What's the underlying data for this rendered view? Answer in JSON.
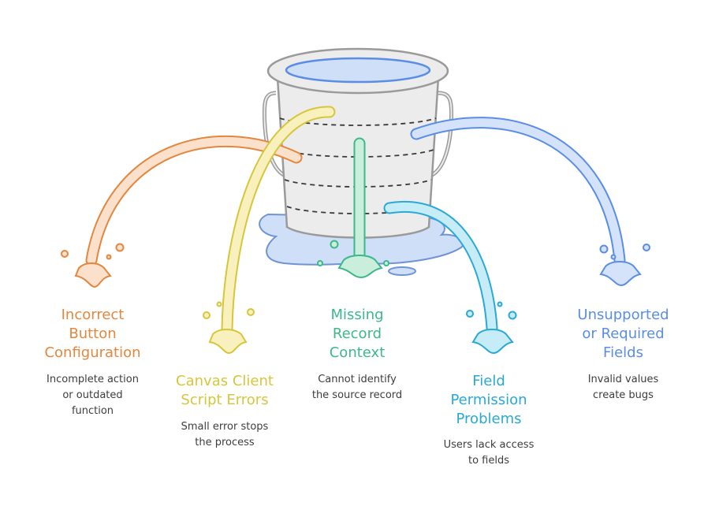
{
  "colors": {
    "orange": "#e3873f",
    "yellow": "#d7c63b",
    "green": "#3db88a",
    "cyan": "#29a9d6",
    "blue": "#5a8ee6",
    "bucket_fill": "#ececec",
    "bucket_stroke": "#9a9a9a",
    "water": "#cfdff7"
  },
  "leaks": [
    {
      "title": "Incorrect\nButton\nConfiguration",
      "description": "Incomplete action\nor outdated\nfunction",
      "color": "orange"
    },
    {
      "title": "Canvas Client\nScript Errors",
      "description": "Small error stops\nthe process",
      "color": "yellow"
    },
    {
      "title": "Missing\nRecord\nContext",
      "description": "Cannot identify\nthe source record",
      "color": "green"
    },
    {
      "title": "Field\nPermission\nProblems",
      "description": "Users lack access\nto fields",
      "color": "cyan"
    },
    {
      "title": "Unsupported\nor Required\nFields",
      "description": "Invalid values\ncreate bugs",
      "color": "blue"
    }
  ]
}
